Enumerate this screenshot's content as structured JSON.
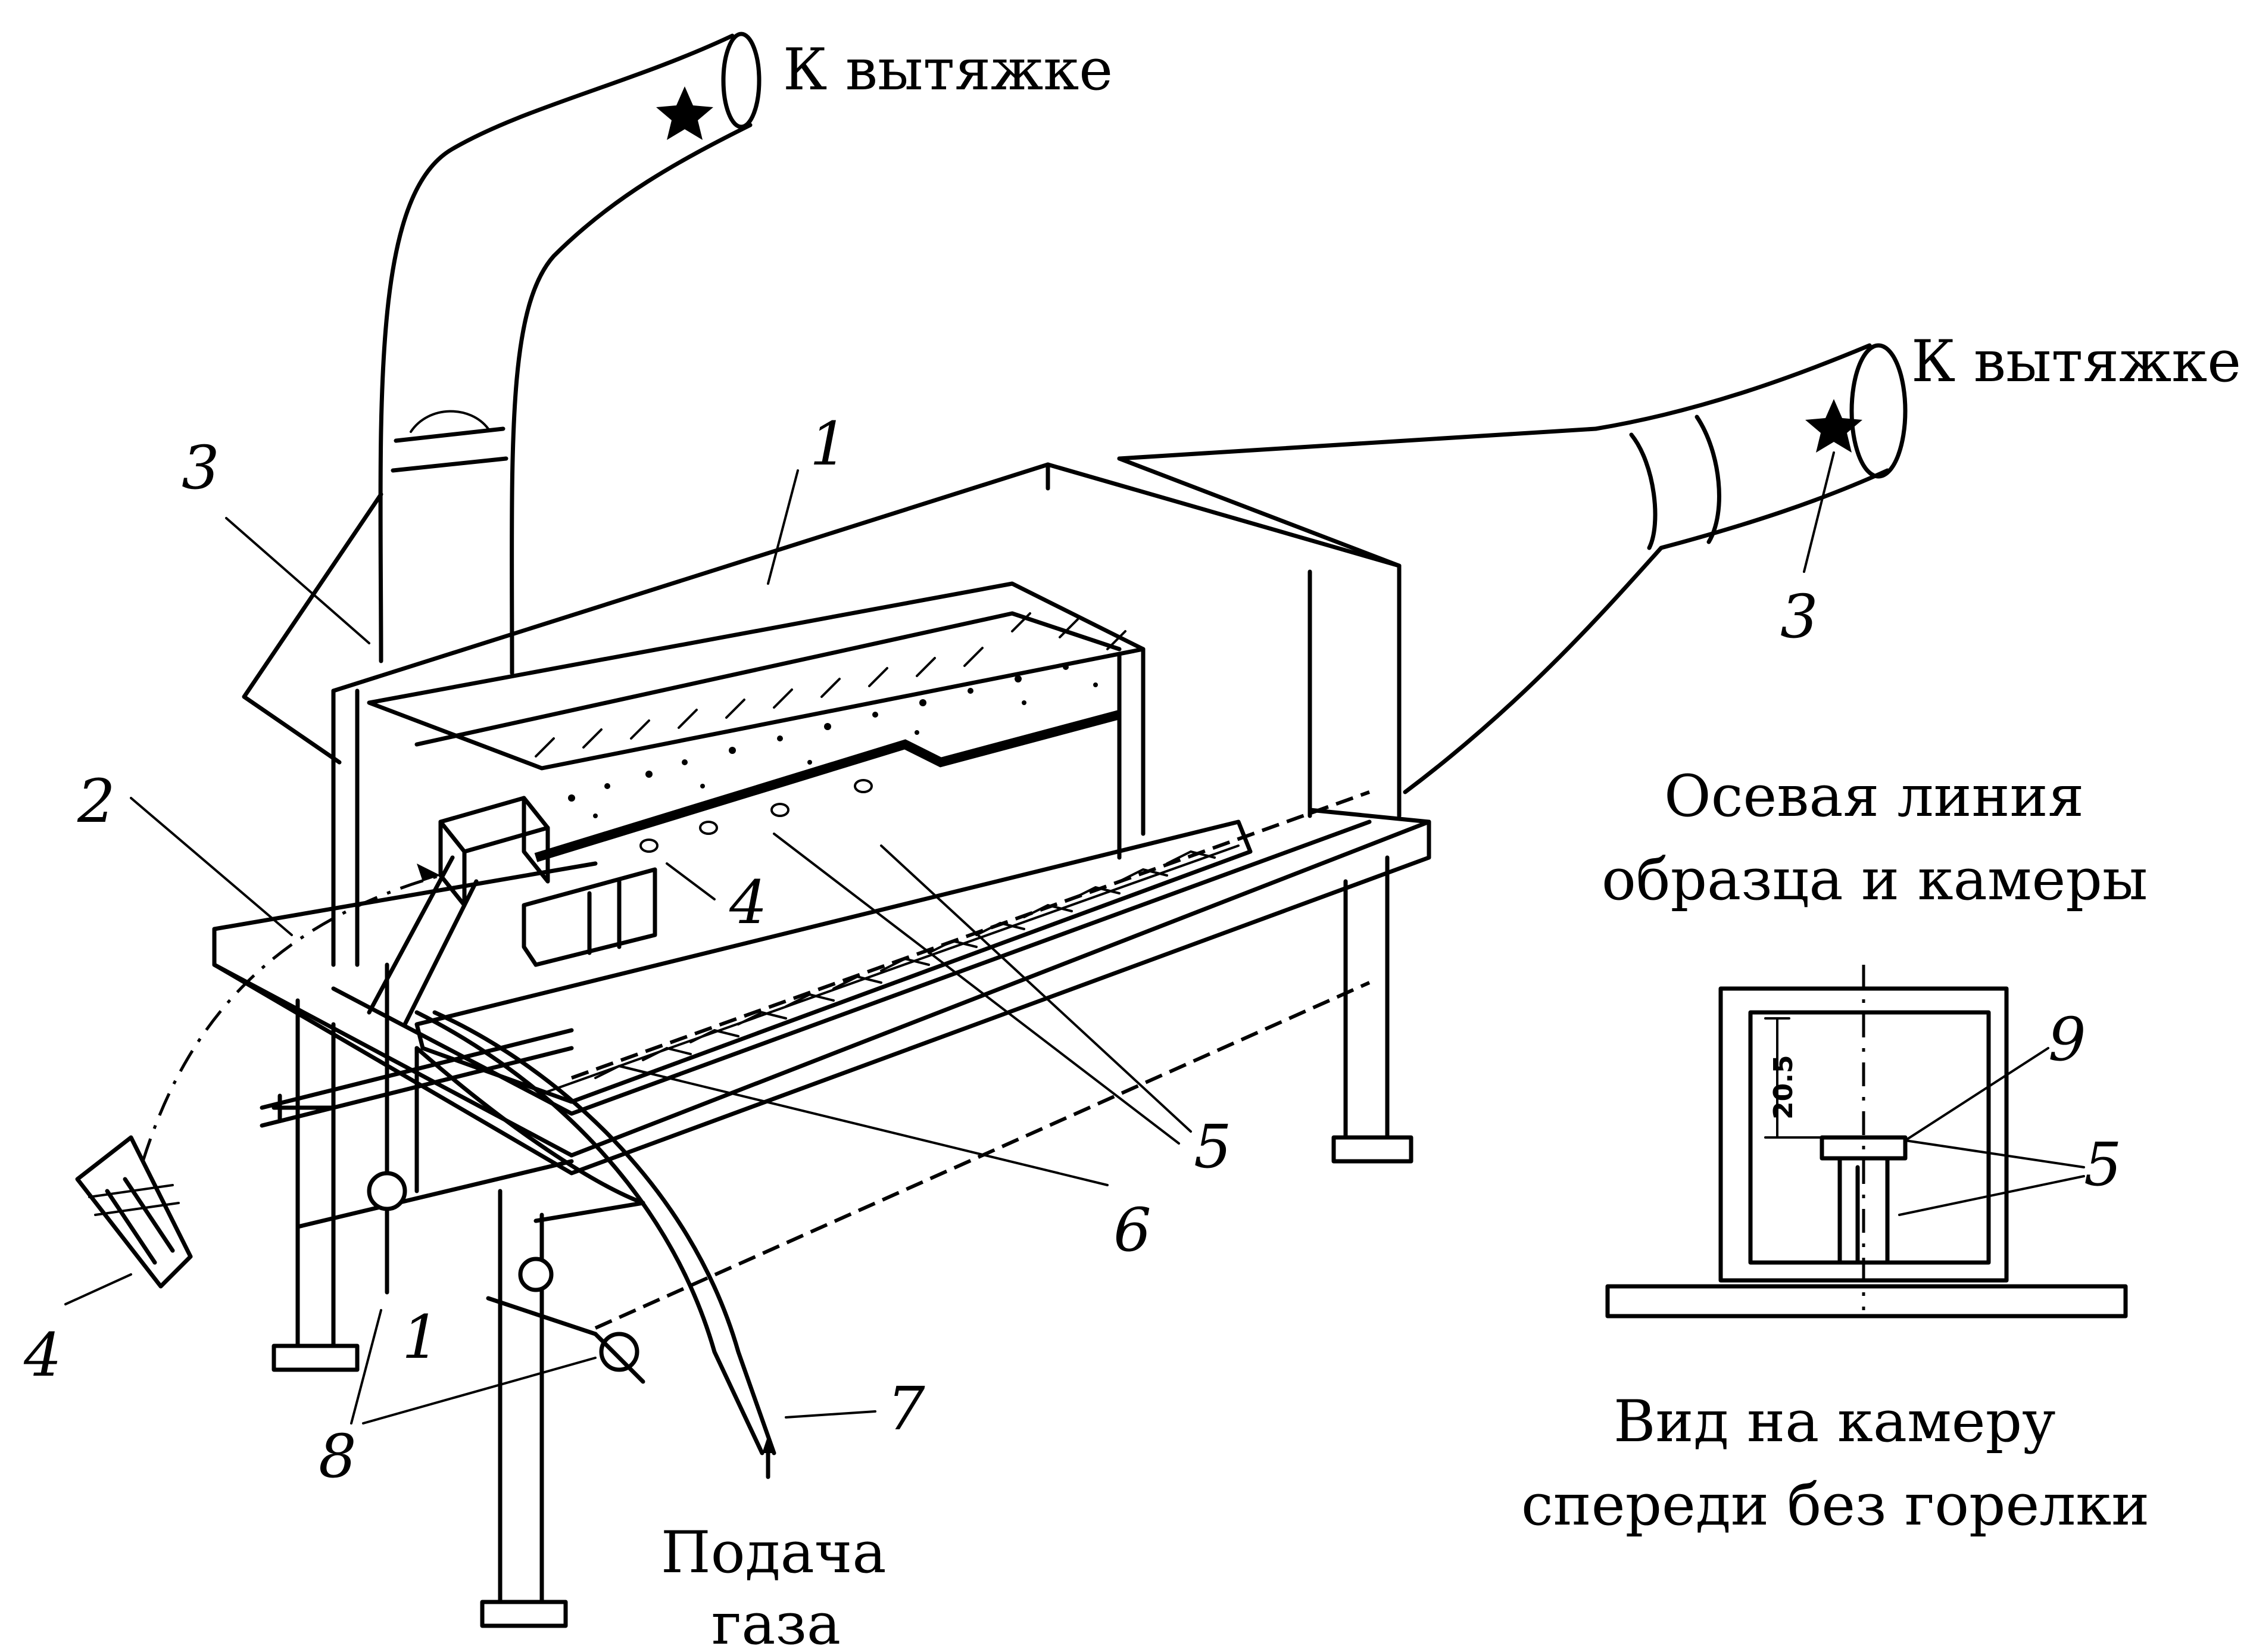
{
  "labels": {
    "exhaust_left": "К вытяжке",
    "exhaust_right": "К вытяжке",
    "axis_line_1": "Осевая линия",
    "axis_line_2": "образца и камеры",
    "front_view_1": "Вид на камеру",
    "front_view_2": "спереди без горелки",
    "gas_supply_1": "Подача",
    "gas_supply_2": "газа",
    "dimension": "20.5"
  },
  "callouts": {
    "n1_top": "1",
    "n1_bottom": "1",
    "n2": "2",
    "n3_left": "3",
    "n3_right": "3",
    "n4_mid": "4",
    "n4_left": "4",
    "n5_main": "5",
    "n5_inset": "5",
    "n6": "6",
    "n7": "7",
    "n8": "8",
    "n9": "9"
  }
}
